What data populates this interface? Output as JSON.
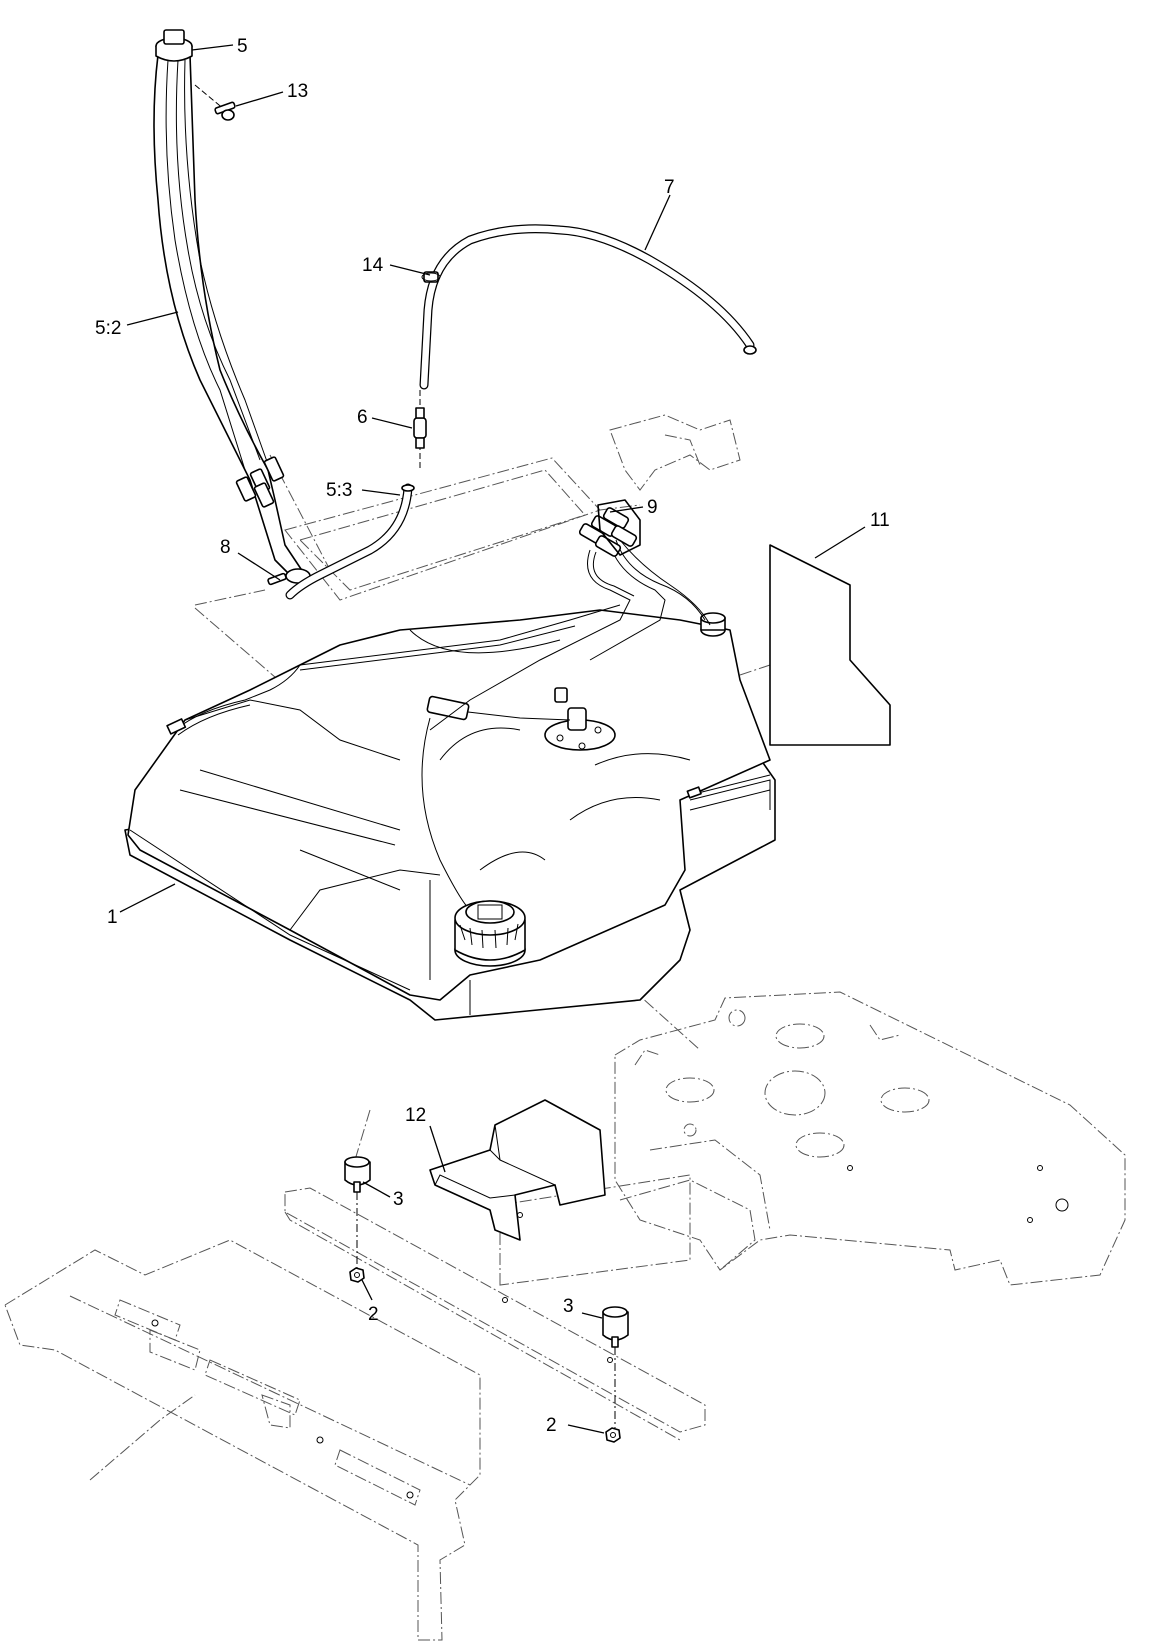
{
  "callouts": [
    {
      "id": "c5",
      "text": "5"
    },
    {
      "id": "c13",
      "text": "13"
    },
    {
      "id": "c7",
      "text": "7"
    },
    {
      "id": "c14",
      "text": "14"
    },
    {
      "id": "c5-2",
      "text": "5:2"
    },
    {
      "id": "c6",
      "text": "6"
    },
    {
      "id": "c5-3",
      "text": "5:3"
    },
    {
      "id": "c9",
      "text": "9"
    },
    {
      "id": "c11",
      "text": "11"
    },
    {
      "id": "c8",
      "text": "8"
    },
    {
      "id": "c1",
      "text": "1"
    },
    {
      "id": "c12",
      "text": "12"
    },
    {
      "id": "c3a",
      "text": "3"
    },
    {
      "id": "c2a",
      "text": "2"
    },
    {
      "id": "c3b",
      "text": "3"
    },
    {
      "id": "c2b",
      "text": "2"
    }
  ]
}
